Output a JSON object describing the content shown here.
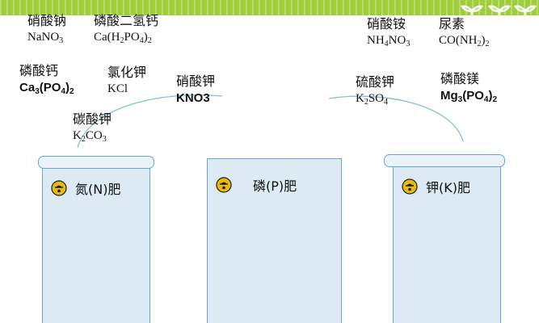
{
  "chemicals": {
    "nano3": {
      "name": "硝酸钠",
      "formula": "NaNO3"
    },
    "cah2po4": {
      "name": "磷酸二氢钙",
      "formula": "Ca(H2PO4)2"
    },
    "ca3po4": {
      "name": "磷酸钙",
      "formula": "Ca3(PO4)2"
    },
    "kcl": {
      "name": "氯化钾",
      "formula": "KCl"
    },
    "kno3": {
      "name": "硝酸钾",
      "formula": "KNO3"
    },
    "k2co3": {
      "name": "碳酸钾",
      "formula": "K2CO3"
    },
    "nh4no3": {
      "name": "硝酸铵",
      "formula": "NH4NO3"
    },
    "urea": {
      "name": "尿素",
      "formula": "CO(NH2)2"
    },
    "k2so4": {
      "name": "硫酸钾",
      "formula": "K2SO4"
    },
    "mg3po4": {
      "name": "磷酸镁",
      "formula": "Mg3(PO4)2"
    }
  },
  "scrolls": {
    "n": {
      "label": "氮(N)肥"
    },
    "p": {
      "label": "磷(P)肥"
    },
    "k": {
      "label": "钾(K)肥"
    }
  },
  "colors": {
    "topbar": "#9fce3a",
    "scroll_fill": "#dcebf3",
    "scroll_border": "#6aa7c2",
    "bell": "#e8b90e"
  },
  "icons": [
    "bell-icon",
    "sprout-icon"
  ]
}
